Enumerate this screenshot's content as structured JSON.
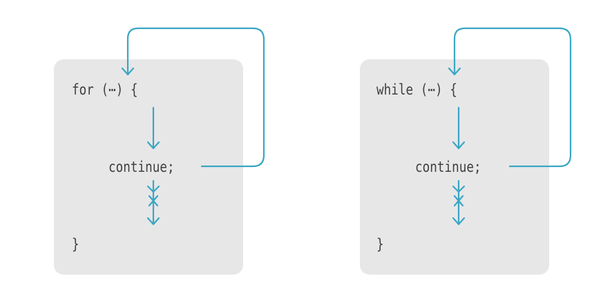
{
  "accent_color": "#3aa6c3",
  "box_color": "#e7e7e8",
  "panels": [
    {
      "id": "for",
      "header": "for (⋯) {",
      "statement": "continue;",
      "closing": "}"
    },
    {
      "id": "while",
      "header": "while (⋯) {",
      "statement": "continue;",
      "closing": "}"
    }
  ]
}
